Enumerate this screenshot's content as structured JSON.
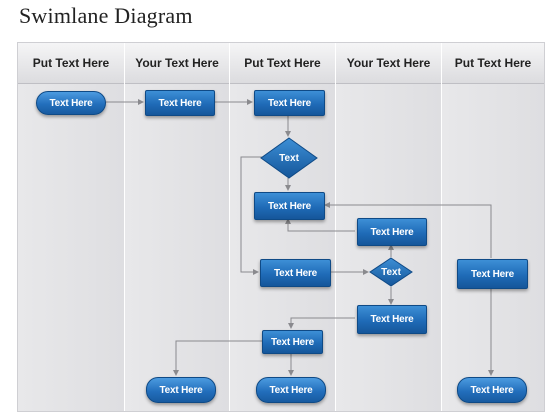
{
  "title": "Swimlane Diagram",
  "lanes": [
    {
      "label": "Put Text Here"
    },
    {
      "label": "Your Text Here"
    },
    {
      "label": "Put Text Here"
    },
    {
      "label": "Your Text Here"
    },
    {
      "label": "Put Text Here"
    }
  ],
  "nodes": {
    "start_pill": "Text Here",
    "lane2_box": "Text Here",
    "lane3_box_top": "Text Here",
    "decision_top": "Text",
    "lane3_box_mid": "Text Here",
    "lane4_box_upper": "Text Here",
    "lane3_box_low": "Text Here",
    "decision_lower": "Text",
    "lane5_box": "Text Here",
    "lane4_box_lower": "Text Here",
    "lane3_box_bottom": "Text Here",
    "end_pill_lane2": "Text Here",
    "end_pill_lane3": "Text Here",
    "end_pill_lane5": "Text Here"
  },
  "colors": {
    "node_blue": "#1f6bb7",
    "connector": "#8a8a8e",
    "lane_bg": "#e6e6e8"
  }
}
